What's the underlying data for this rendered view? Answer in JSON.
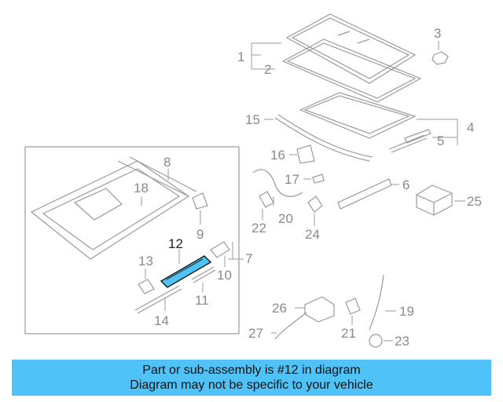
{
  "diagram": {
    "callouts": [
      "1",
      "2",
      "3",
      "4",
      "5",
      "6",
      "7",
      "8",
      "9",
      "10",
      "11",
      "12",
      "13",
      "14",
      "15",
      "16",
      "17",
      "18",
      "19",
      "20",
      "21",
      "22",
      "23",
      "24",
      "25",
      "26",
      "27"
    ],
    "highlight_color": "#4fc3f7",
    "highlighted_part": "12"
  },
  "banner": {
    "line1": "Part or sub-assembly is #12 in diagram",
    "line2": "Diagram may not be specific to your vehicle",
    "background": "#4fc3f7"
  }
}
